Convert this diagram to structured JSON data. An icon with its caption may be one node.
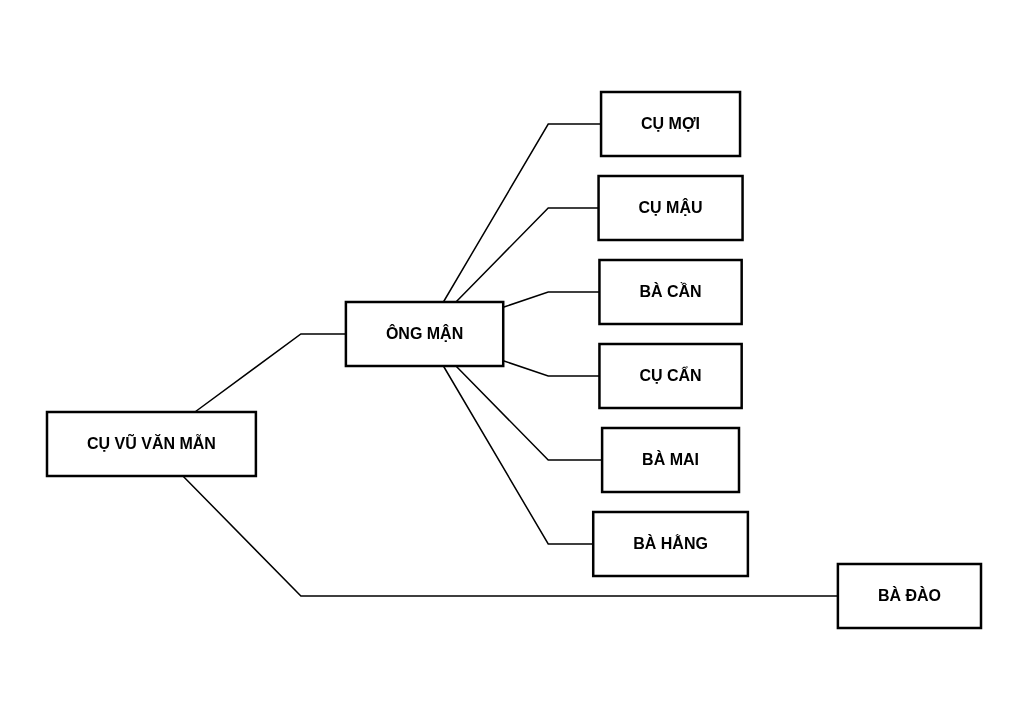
{
  "diagram": {
    "nodes": [
      {
        "text": [
          "CỤ VŨ VĂN MẪN"
        ]
      },
      {
        "text": [
          "ÔNG MẬN"
        ]
      },
      {
        "text": [
          "BÀ ĐÀO"
        ]
      },
      {
        "text": [
          "CỤ MỢI"
        ]
      },
      {
        "text": [
          "CỤ MẬU"
        ]
      },
      {
        "text": [
          "BÀ CẦN"
        ]
      },
      {
        "text": [
          "CỤ CẨN"
        ]
      },
      {
        "text": [
          "BÀ MAI"
        ]
      },
      {
        "text": [
          "BÀ HẰNG"
        ]
      }
    ],
    "edges": [
      {
        "from": 0,
        "to": 1,
        "arrow": "none"
      },
      {
        "from": 0,
        "to": 2,
        "arrow": "none"
      },
      {
        "from": 1,
        "to": 3,
        "arrow": "none"
      },
      {
        "from": 1,
        "to": 4,
        "arrow": "none"
      },
      {
        "from": 1,
        "to": 5,
        "arrow": "none"
      },
      {
        "from": 1,
        "to": 6,
        "arrow": "none"
      },
      {
        "from": 1,
        "to": 7,
        "arrow": "none"
      },
      {
        "from": 1,
        "to": 8,
        "arrow": "none"
      }
    ]
  }
}
